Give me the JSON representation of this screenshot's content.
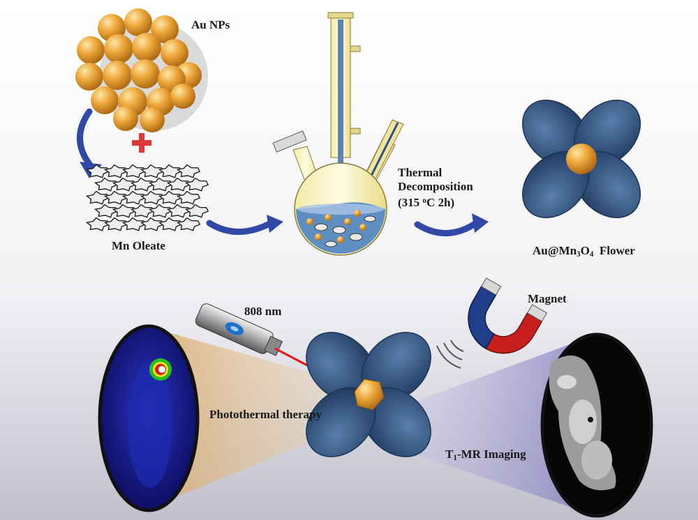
{
  "labels": {
    "au_nps": "Au NPs",
    "mn_oleate": "Mn Oleate",
    "thermal_line1": "Thermal",
    "thermal_line2": "Decomposition",
    "thermal_cond_prefix": "(315 ",
    "thermal_cond_sup": "o",
    "thermal_cond_suffix": "C 2h)",
    "flower_au": "Au@Mn",
    "flower_sub1": "3",
    "flower_o": "O",
    "flower_sub2": "4",
    "flower_word": "Flower",
    "laser": "808 nm",
    "magnet": "Magnet",
    "photothermal": "Photothermal therapy",
    "mr_t": "T",
    "mr_sub": "1",
    "mr_rest": "-MR Imaging"
  },
  "colors": {
    "gold": "#e8a232",
    "gold_dark": "#b8741a",
    "petal_blue": "#2f4f78",
    "petal_dark": "#1d3454",
    "arrow_blue": "#3049a6",
    "plus_red": "#e0373a",
    "glass_yellow": "#fcf7c9",
    "solution_blue": "#5f8fc2",
    "cone_orange": "#e8c08a",
    "cone_violet": "#9d97cc",
    "thermal_bg": "#10106a",
    "laser_red": "#e01818",
    "magnet_blue": "#1f3f8a",
    "magnet_red": "#c81e1e"
  },
  "icons": [
    "gold-nanoparticle-cluster-icon",
    "mn-oleate-cluster-icon",
    "reaction-flask-icon",
    "nanoflower-icon",
    "laser-pen-icon",
    "horseshoe-magnet-icon",
    "thermal-image-icon",
    "mr-image-icon"
  ]
}
